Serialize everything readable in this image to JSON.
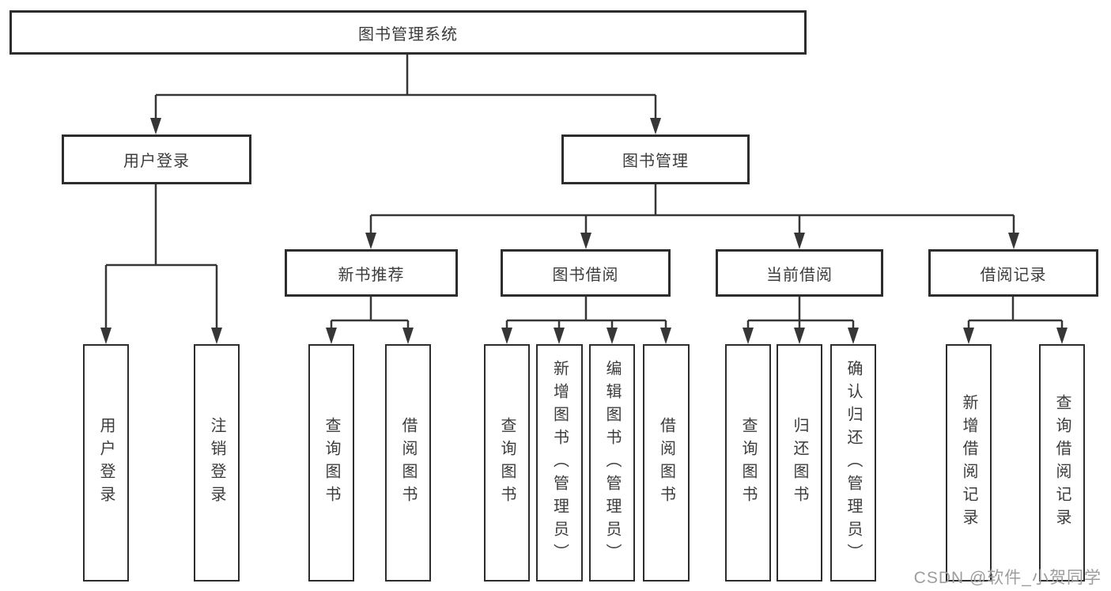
{
  "tree": {
    "label": "图书管理系统",
    "children": [
      {
        "label": "用户登录",
        "children": [
          {
            "label": "用户登录"
          },
          {
            "label": "注销登录"
          }
        ]
      },
      {
        "label": "图书管理",
        "children": [
          {
            "label": "新书推荐",
            "children": [
              {
                "label": "查询图书"
              },
              {
                "label": "借阅图书"
              }
            ]
          },
          {
            "label": "图书借阅",
            "children": [
              {
                "label": "查询图书"
              },
              {
                "label": "新增图书（管理员）"
              },
              {
                "label": "编辑图书（管理员）"
              },
              {
                "label": "借阅图书"
              }
            ]
          },
          {
            "label": "当前借阅",
            "children": [
              {
                "label": "查询图书"
              },
              {
                "label": "归还图书"
              },
              {
                "label": "确认归还（管理员）"
              }
            ]
          },
          {
            "label": "借阅记录",
            "children": [
              {
                "label": "新增借阅记录"
              },
              {
                "label": "查询借阅记录"
              }
            ]
          }
        ]
      }
    ]
  },
  "watermark": {
    "text": "CSDN @软件_小贺同学",
    "color": "#9d9d9d"
  },
  "colors": {
    "line": "#363636",
    "box_border": "#2d2d2d",
    "text": "#3c3c3c",
    "background": "#ffffff"
  }
}
